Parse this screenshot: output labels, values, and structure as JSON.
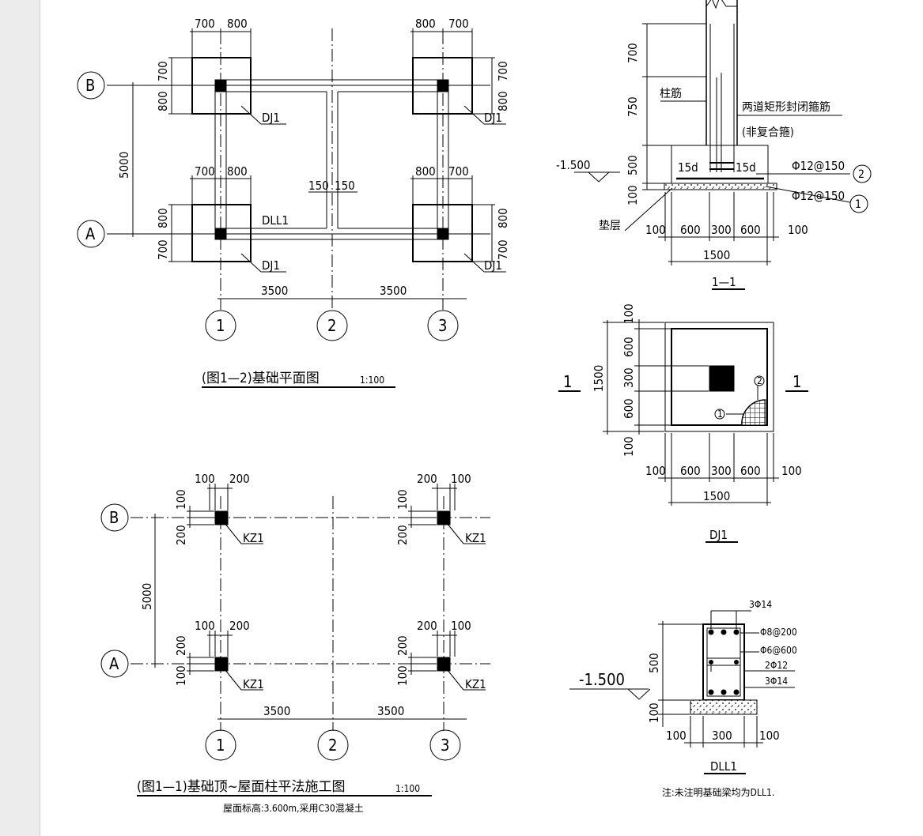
{
  "foundation_plan": {
    "title": "(图1—2)基础平面图",
    "scale": "1:100",
    "axes_h": [
      "1",
      "2",
      "3"
    ],
    "axes_v": [
      "B",
      "A"
    ],
    "span_x": [
      "3500",
      "3500"
    ],
    "span_y": "5000",
    "footing_tag": "DJ1",
    "beam_tag": "DLL1",
    "dim_700": "700",
    "dim_800": "800",
    "dim_150": "150",
    "dim_150b": "150"
  },
  "column_plan": {
    "title": "(图1—1)基础顶~屋面柱平法施工图",
    "scale": "1:100",
    "note": "屋面标高:3.600m,采用C30混凝土",
    "column_tag": "KZ1",
    "dim_100": "100",
    "dim_200": "200",
    "axes_h": [
      "1",
      "2",
      "3"
    ],
    "axes_v": [
      "B",
      "A"
    ],
    "span_x": [
      "3500",
      "3500"
    ],
    "span_y": "5000"
  },
  "section_1_1": {
    "title": "1—1",
    "elev": "-1.500",
    "dim_700": "700",
    "dim_750": "750",
    "dim_500": "500",
    "dim_100": "100",
    "col_rebar": "柱筋",
    "stirrup_note_1": "两道矩形封闭箍筋",
    "stirrup_note_2": "(非复合箍)",
    "anchor_left": "15d",
    "anchor_right": "15d",
    "bar2": "Φ12@150",
    "bar1": "Φ12@150",
    "bar2_tag": "2",
    "bar1_tag": "1",
    "cushion": "垫层",
    "widths": [
      "100",
      "600",
      "300",
      "600",
      "100"
    ],
    "total": "1500"
  },
  "dj1_plan": {
    "title": "DJ1",
    "cut_left": "1",
    "cut_right": "1",
    "v_dims": [
      "100",
      "600",
      "300",
      "600",
      "100"
    ],
    "v_total": "1500",
    "widths": [
      "100",
      "600",
      "300",
      "600",
      "100"
    ],
    "total": "1500",
    "tag1": "1",
    "tag2": "2"
  },
  "dll1_section": {
    "title": "DLL1",
    "elev": "-1.500",
    "height": "500",
    "base": "100",
    "widths": [
      "100",
      "300",
      "100"
    ],
    "top_bars": "3Φ14",
    "stirrup": "Φ8@200",
    "tie": "Φ6@600",
    "side_bars": "2Φ12",
    "bottom_bars": "3Φ14",
    "note": "注:未注明基础梁均为DLL1."
  }
}
